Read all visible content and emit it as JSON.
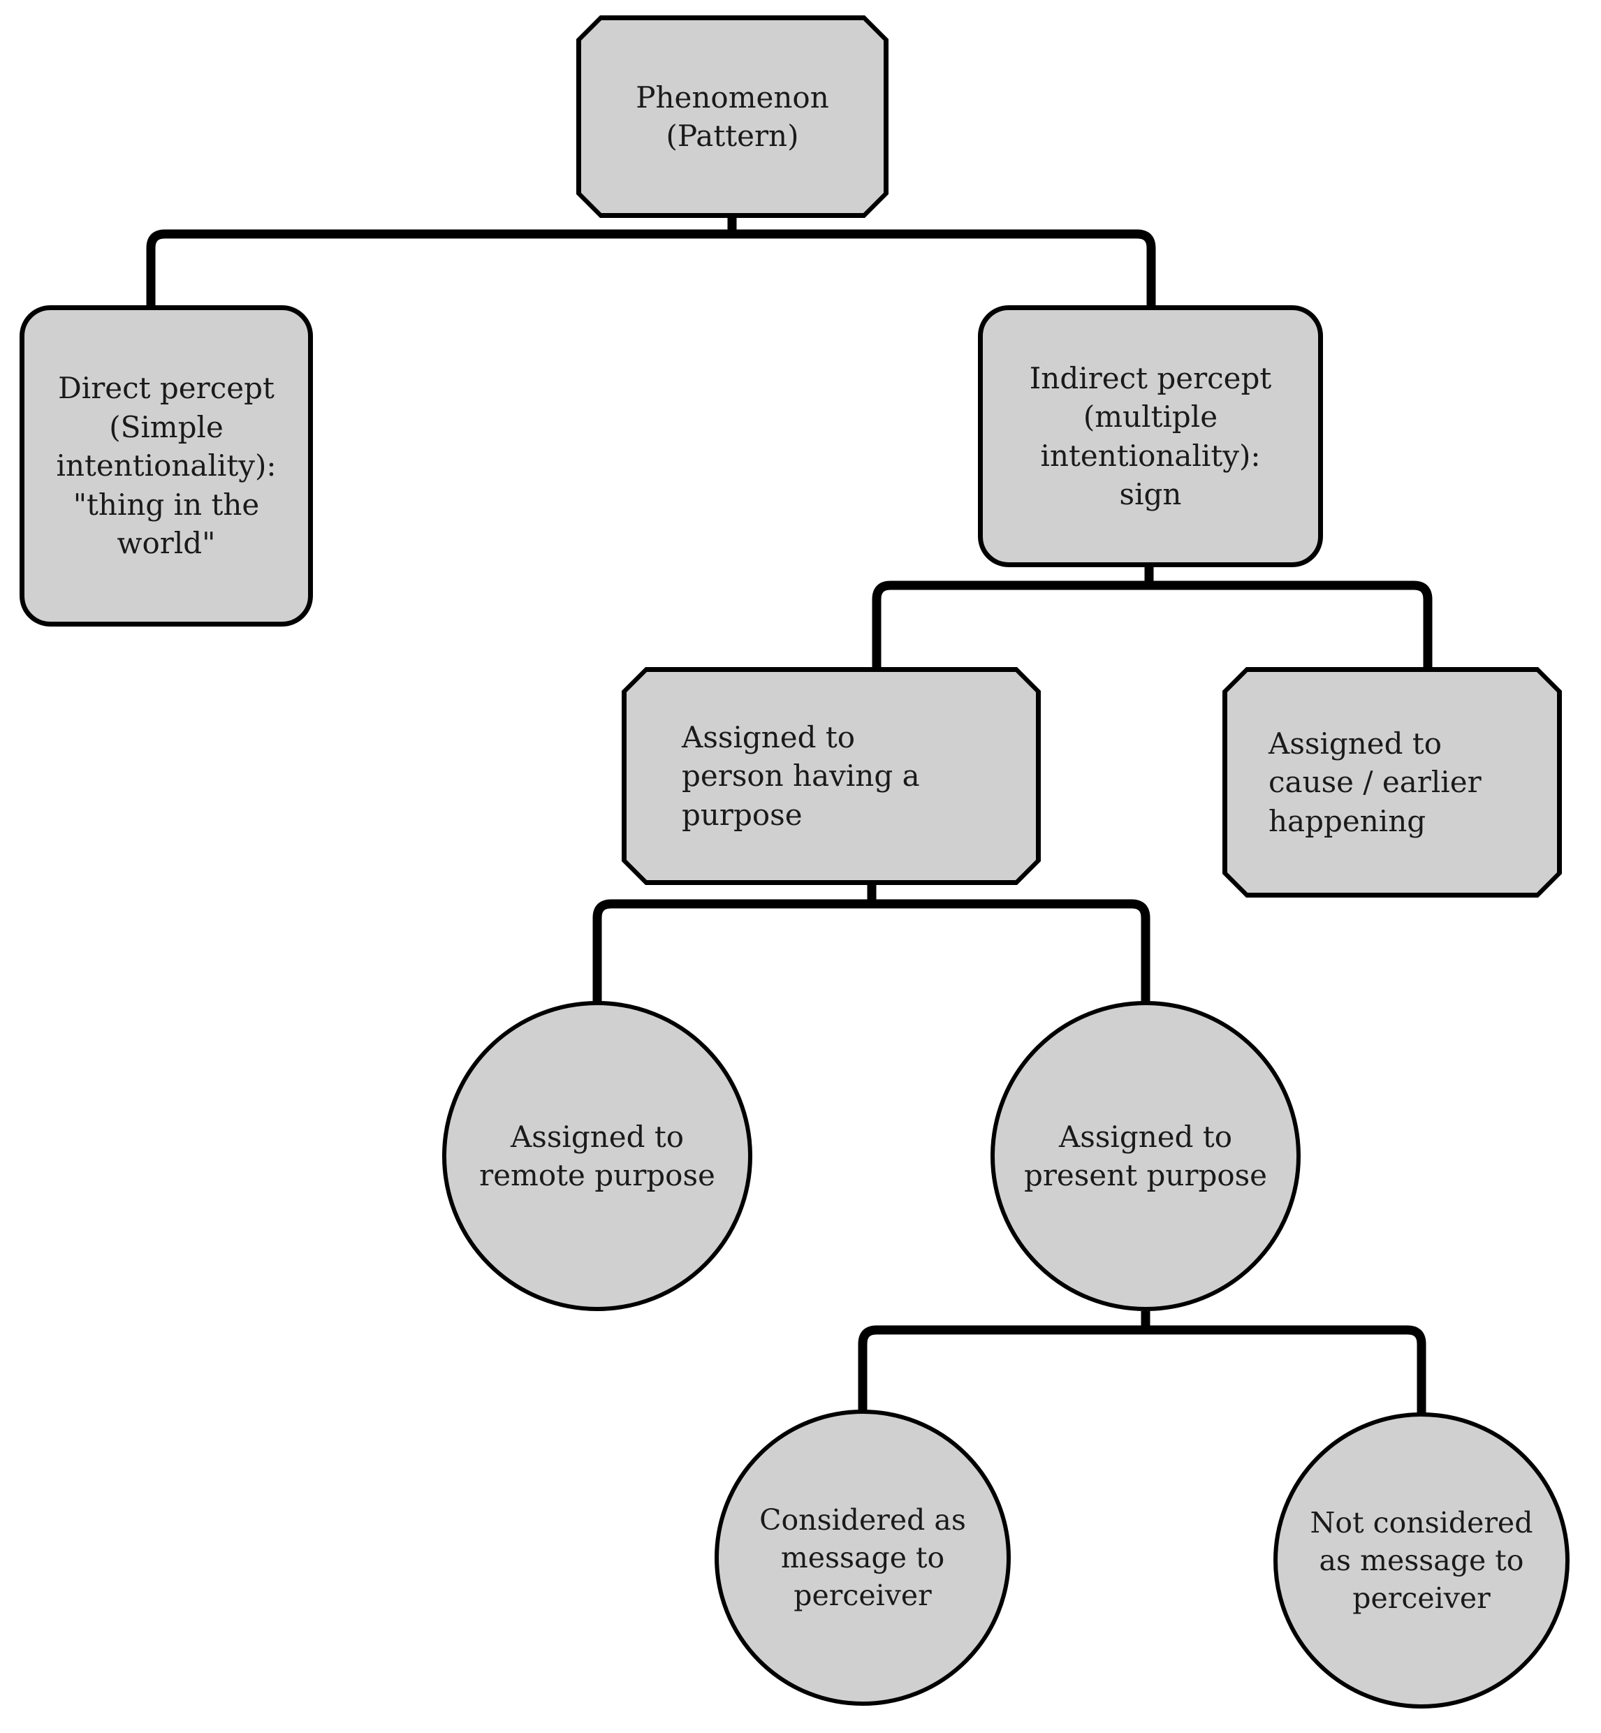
{
  "diagram": {
    "title": "Phenomenon (Pattern) classification tree",
    "style": {
      "node_fill": "#d0d0d0",
      "node_stroke": "#000000",
      "edge_stroke": "#000000",
      "text_color": "#1a1a1a",
      "background": "#ffffff"
    },
    "nodes": [
      {
        "id": "phenomenon",
        "label": "Phenomenon\n(Pattern)",
        "shape": "octagon",
        "align": "center"
      },
      {
        "id": "direct_percept",
        "label": "Direct percept\n(Simple\nintentionality):\n\"thing in the\nworld\"",
        "shape": "rounded-rectangle",
        "align": "center"
      },
      {
        "id": "indirect_percept",
        "label": "Indirect percept\n(multiple\nintentionality):\nsign",
        "shape": "rounded-rectangle",
        "align": "center"
      },
      {
        "id": "assigned_person",
        "label": "Assigned to\nperson having a\npurpose",
        "shape": "octagon",
        "align": "left"
      },
      {
        "id": "assigned_cause",
        "label": "Assigned to\ncause / earlier\nhappening",
        "shape": "octagon",
        "align": "left"
      },
      {
        "id": "remote_purpose",
        "label": "Assigned to\nremote purpose",
        "shape": "circle",
        "align": "center"
      },
      {
        "id": "present_purpose",
        "label": "Assigned to\npresent purpose",
        "shape": "circle",
        "align": "center"
      },
      {
        "id": "considered_message",
        "label": "Considered as\nmessage to\nperceiver",
        "shape": "circle",
        "align": "center"
      },
      {
        "id": "not_considered_message",
        "label": "Not considered\nas message to\nperceiver",
        "shape": "circle",
        "align": "center"
      }
    ],
    "edges": [
      {
        "from": "phenomenon",
        "to": "direct_percept"
      },
      {
        "from": "phenomenon",
        "to": "indirect_percept"
      },
      {
        "from": "indirect_percept",
        "to": "assigned_person"
      },
      {
        "from": "indirect_percept",
        "to": "assigned_cause"
      },
      {
        "from": "assigned_person",
        "to": "remote_purpose"
      },
      {
        "from": "assigned_person",
        "to": "present_purpose"
      },
      {
        "from": "present_purpose",
        "to": "considered_message"
      },
      {
        "from": "present_purpose",
        "to": "not_considered_message"
      }
    ]
  }
}
